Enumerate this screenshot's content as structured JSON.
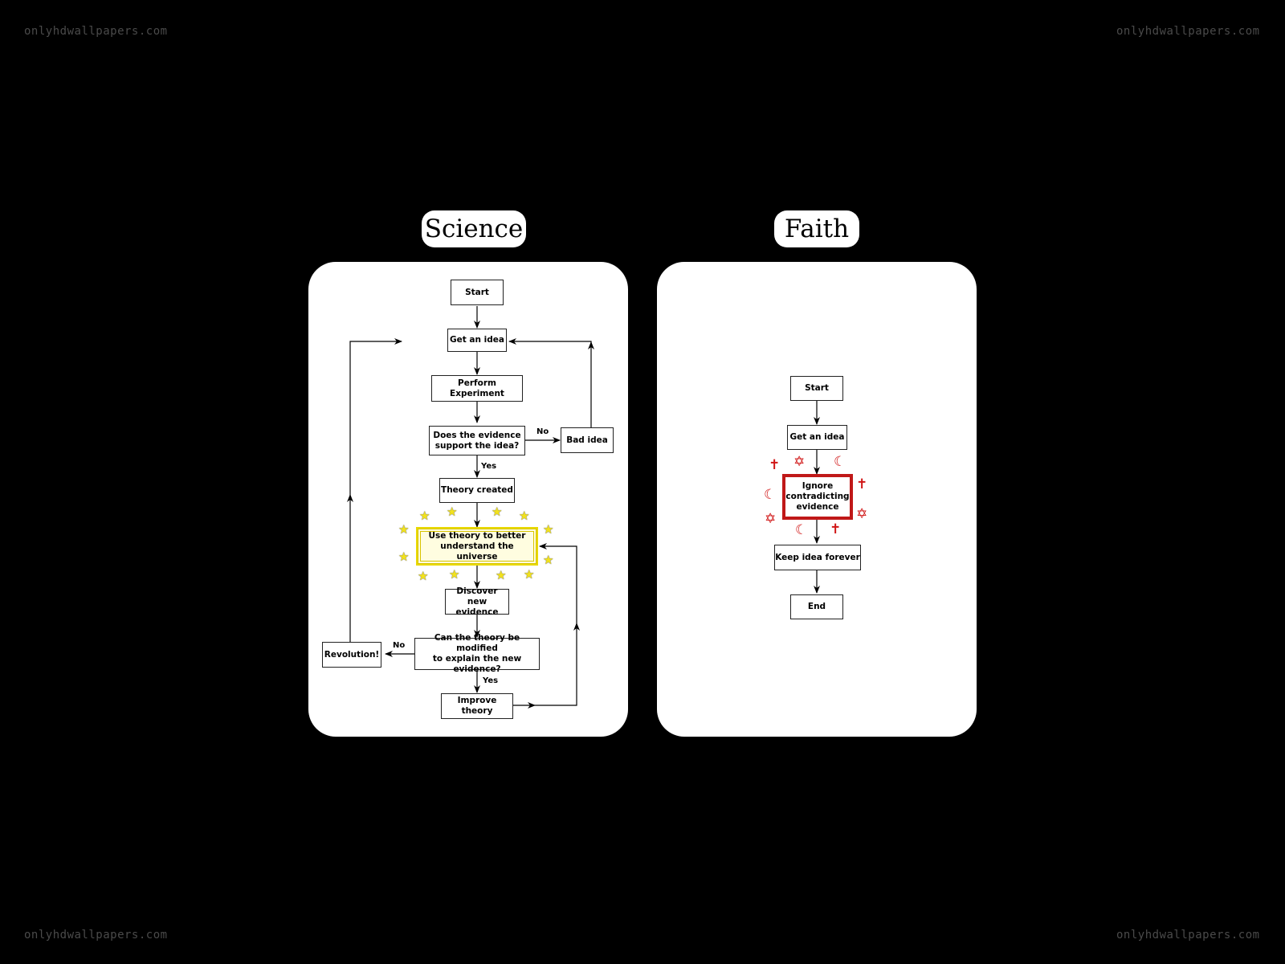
{
  "watermark": "onlyhdwallpapers.com",
  "science": {
    "title": "Science",
    "start": "Start",
    "get_idea": "Get an idea",
    "perform_experiment": "Perform Experiment",
    "evidence_question": "Does the evidence\nsupport the idea?",
    "bad_idea": "Bad idea",
    "no_label": "No",
    "yes_label": "Yes",
    "theory_created": "Theory created",
    "use_theory": "Use theory to better\nunderstand the universe",
    "discover_evidence": "Discover new\nevidence",
    "modify_question": "Can the theory be modified\nto explain the new evidence?",
    "revolution": "Revolution!",
    "no_label_2": "No",
    "yes_label_2": "Yes",
    "improve_theory": "Improve theory"
  },
  "faith": {
    "title": "Faith",
    "start": "Start",
    "get_idea": "Get an idea",
    "ignore_evidence": "Ignore\ncontradicting\nevidence",
    "keep_idea": "Keep idea forever",
    "end": "End"
  },
  "colors": {
    "highlight_yellow": "#f2e21c",
    "highlight_red": "#c01818",
    "background": "#000000"
  }
}
